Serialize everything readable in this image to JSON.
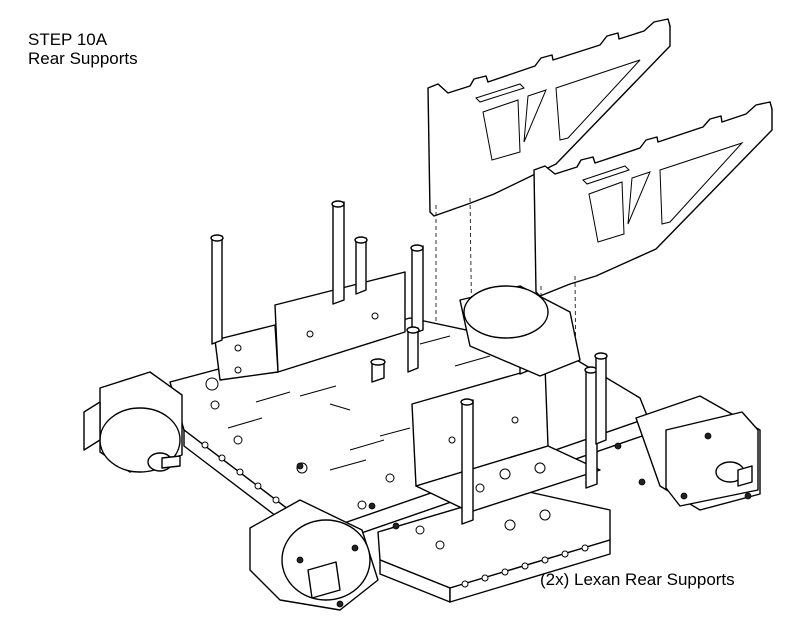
{
  "header": {
    "step": "STEP 10A",
    "subtitle": "Rear Supports"
  },
  "caption": "(2x) Lexan Rear Supports"
}
